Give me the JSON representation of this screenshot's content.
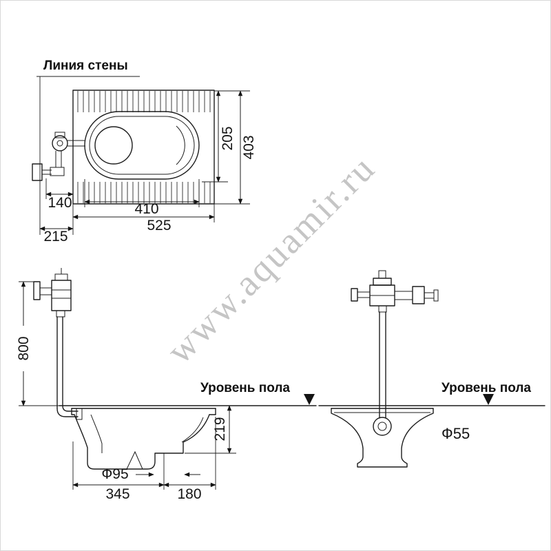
{
  "watermark": "www.aquamir.ru",
  "plan_view": {
    "wall_line_label": "Линия стены",
    "dim_depth_inner": "205",
    "dim_depth_outer": "403",
    "dim_valve_offset": "140",
    "dim_bowl_width": "410",
    "dim_pan_width": "525",
    "dim_wall_offset": "215"
  },
  "side_view": {
    "dim_install_height": "800",
    "floor_label": "Уровень пола",
    "dim_depth_below_floor": "219",
    "dim_outlet_diameter": "Ф95",
    "dim_length_front": "345",
    "dim_length_rear": "180"
  },
  "front_view": {
    "floor_label": "Уровень пола",
    "dim_pipe_diameter": "Ф55"
  }
}
